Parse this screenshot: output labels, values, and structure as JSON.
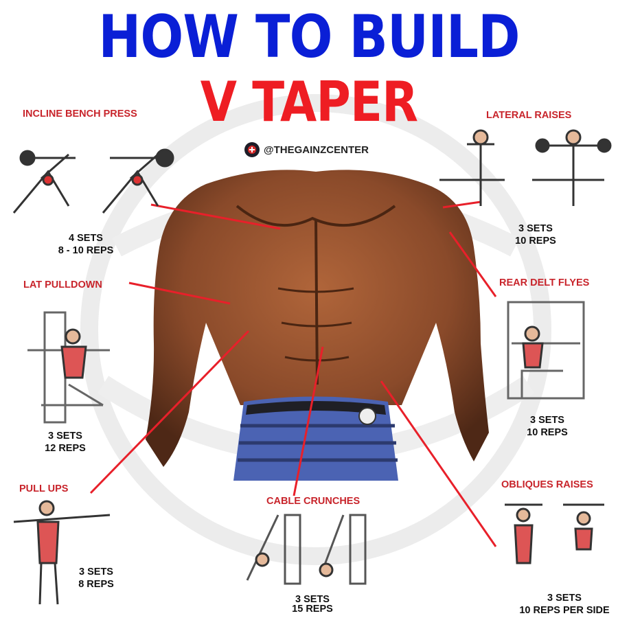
{
  "title": {
    "line1": "HOW TO BUILD",
    "line2": "V TAPER"
  },
  "handle": {
    "text": "@THEGAINZCENTER",
    "icon": "gainz-center-logo-icon"
  },
  "colors": {
    "title_line1": "#0a1fd6",
    "title_line2": "#ee1d23",
    "exercise_name": "#c8242b",
    "pointer_line": "#e8202a",
    "skin": "#8a4a2a",
    "shorts": "#4b63b3"
  },
  "exercises": [
    {
      "name": "INCLINE BENCH PRESS",
      "sets": "4 SETS",
      "reps": "8 - 10 REPS"
    },
    {
      "name": "LATERAL RAISES",
      "sets": "3 SETS",
      "reps": "10 REPS"
    },
    {
      "name": "LAT PULLDOWN",
      "sets": "3 SETS",
      "reps": "12 REPS"
    },
    {
      "name": "REAR DELT FLYES",
      "sets": "3 SETS",
      "reps": "10 REPS"
    },
    {
      "name": "PULL UPS",
      "sets": "3 SETS",
      "reps": "8 REPS"
    },
    {
      "name": "CABLE CRUNCHES",
      "sets": "3 SETS",
      "reps": "15 REPS"
    },
    {
      "name": "OBLIQUES RAISES",
      "sets": "3 SETS",
      "reps": "10 REPS PER SIDE"
    }
  ]
}
